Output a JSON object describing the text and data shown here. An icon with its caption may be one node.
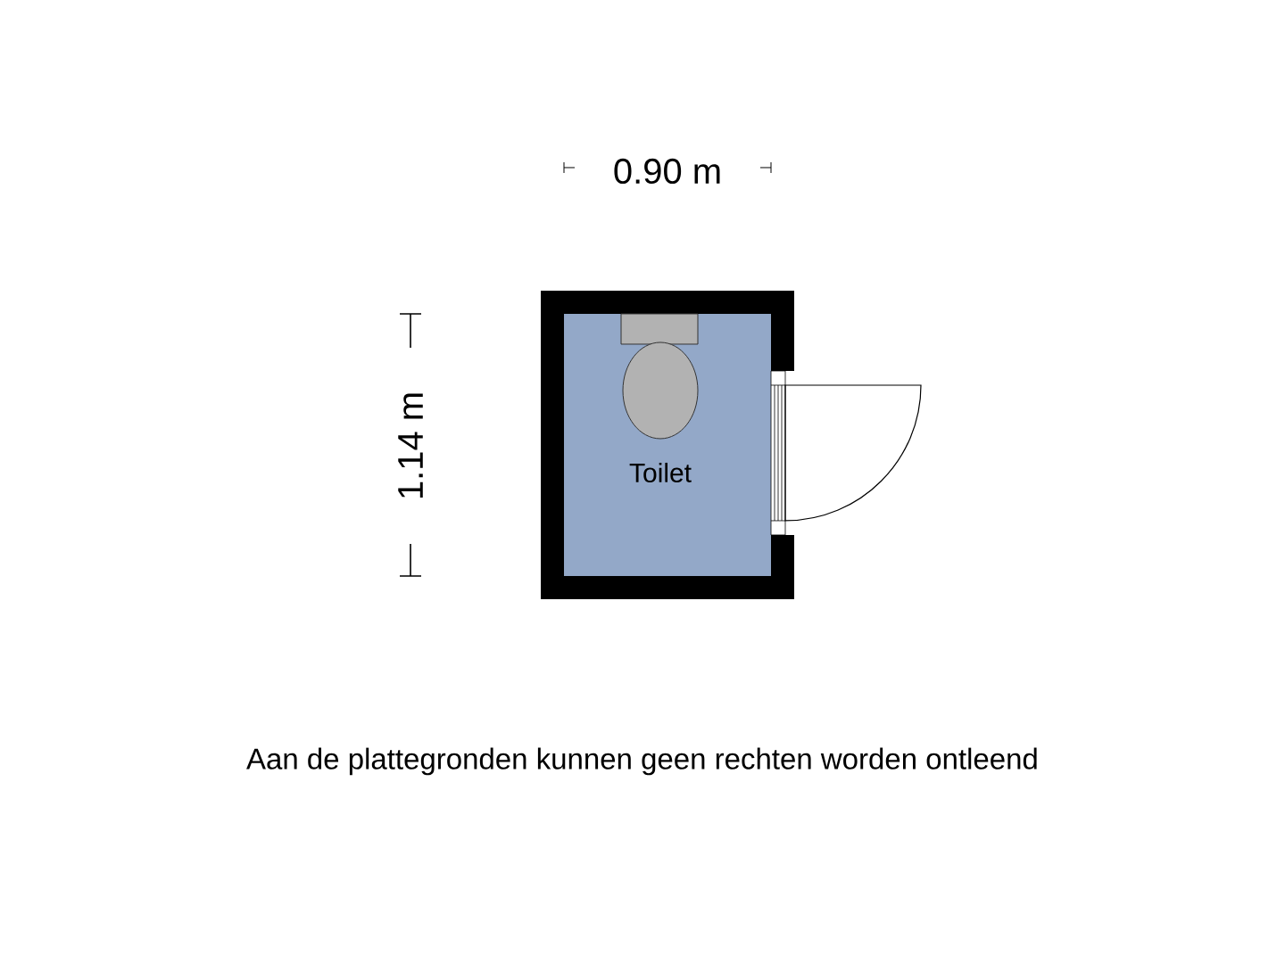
{
  "diagram": {
    "nodes": [
      {
        "text": [
          "Toilet"
        ]
      }
    ],
    "labels": [
      "0.90 m",
      "1.14 m",
      "Aan de plattegronden kunnen geen rechten worden ontleend"
    ]
  }
}
